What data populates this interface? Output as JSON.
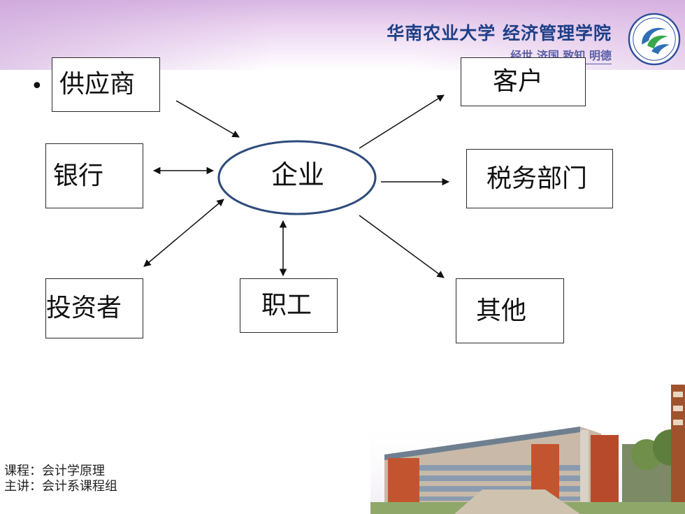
{
  "header": {
    "school_name": "华南农业大学 经济管理学院",
    "motto": "经世 济国 致知 明德"
  },
  "diagram": {
    "center": "企业",
    "nodes": {
      "supplier": "供应商",
      "customer": "客户",
      "bank": "银行",
      "tax": "税务部门",
      "investor": "投资者",
      "staff": "职工",
      "other": "其他"
    }
  },
  "footer": {
    "course": "课程：会计学原理",
    "lecturer": "主讲：会计系课程组"
  },
  "colors": {
    "ellipse_stroke": "#2f4b7c",
    "header_text": "#1e3f86",
    "header_band": "#d9b6e3"
  }
}
